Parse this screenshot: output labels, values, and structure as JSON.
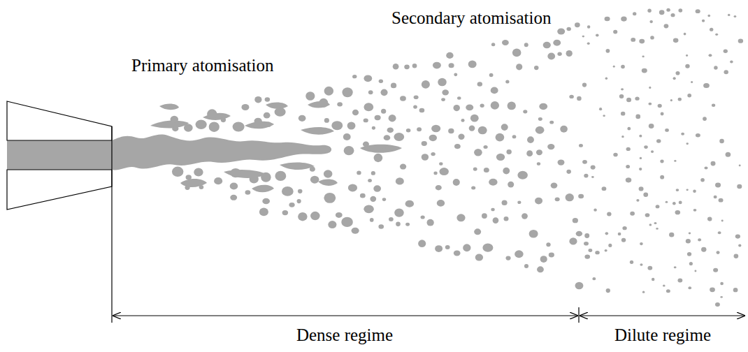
{
  "diagram": {
    "labels": [
      "Primary atomisation",
      "Secondary atomisation",
      "Dense regime",
      "Dilute regime"
    ]
  }
}
